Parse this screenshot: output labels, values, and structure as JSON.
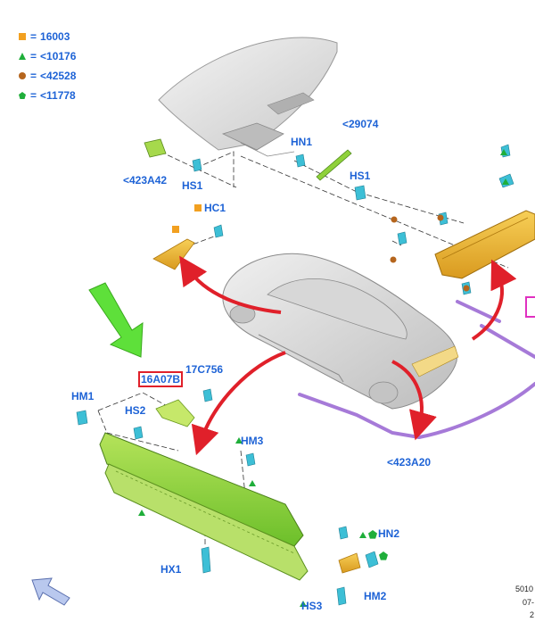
{
  "legend": [
    {
      "symbol": "square-orange",
      "text": "16003"
    },
    {
      "symbol": "triangle-green",
      "text": "<10176"
    },
    {
      "symbol": "circle-brown",
      "text": "<42528"
    },
    {
      "symbol": "pentagon-green",
      "text": "<11778"
    }
  ],
  "callouts": {
    "c423A42": "<423A42",
    "hs1_left": "HS1",
    "hn1": "HN1",
    "c29074": "<29074",
    "hs1_right": "HS1",
    "hc1": "HC1",
    "c16A07B": "16A07B",
    "c17C756": "17C756",
    "hm1": "HM1",
    "hs2": "HS2",
    "hm3": "HM3",
    "c423A20": "<423A20",
    "hn2": "HN2",
    "hx1": "HX1",
    "hm2": "HM2",
    "hs3": "HS3"
  },
  "footer": {
    "code": "5010",
    "date": "07-",
    "page": "2"
  },
  "colors": {
    "label_blue": "#1e63d6",
    "arrow_red": "#e0202a",
    "part_yellow": "#f2b632",
    "part_green": "#8fd13a",
    "strip_purple": "#a67ad8",
    "pointer_green": "#5ee03a",
    "highlight_red": "#e0202a"
  }
}
